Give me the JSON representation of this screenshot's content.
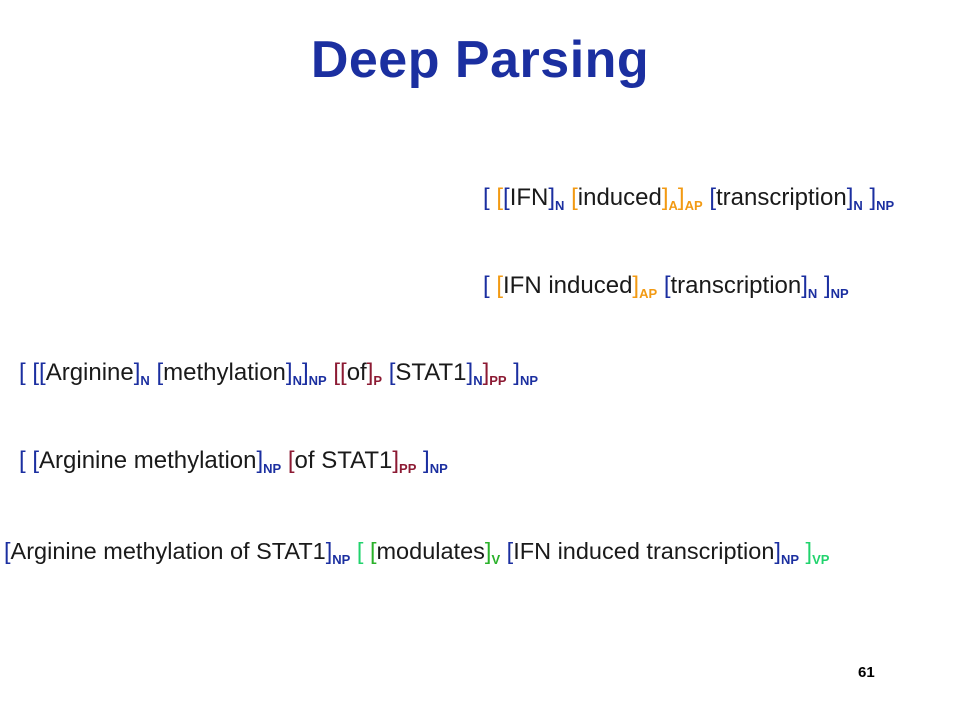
{
  "title": "Deep Parsing",
  "page_number": "61",
  "colors": {
    "NP": "#1b2fa0",
    "N": "#1b2fa0",
    "A": "#f29a13",
    "AP": "#f29a13",
    "P": "#8c1a33",
    "PP": "#8c1a33",
    "V": "#2ab12a",
    "VP": "#21d36d",
    "text": "#1a1a1a"
  },
  "lines": [
    {
      "id": "ifn-deep",
      "tokens": [
        {
          "t": "[ ",
          "c": "NP"
        },
        {
          "t": "[",
          "c": "AP"
        },
        {
          "t": "[",
          "c": "N"
        },
        {
          "t": "IFN",
          "c": "text"
        },
        {
          "t": "]",
          "c": "N"
        },
        {
          "s": "N",
          "c": "N"
        },
        {
          "t": " ",
          "c": "text"
        },
        {
          "t": "[",
          "c": "A"
        },
        {
          "t": "induced",
          "c": "text"
        },
        {
          "t": "]",
          "c": "A"
        },
        {
          "s": "A",
          "c": "A"
        },
        {
          "t": "]",
          "c": "AP"
        },
        {
          "s": "AP",
          "c": "AP"
        },
        {
          "t": " ",
          "c": "text"
        },
        {
          "t": "[",
          "c": "N"
        },
        {
          "t": "transcription",
          "c": "text"
        },
        {
          "t": "]",
          "c": "N"
        },
        {
          "s": "N",
          "c": "N"
        },
        {
          "t": " ]",
          "c": "NP"
        },
        {
          "s": "NP",
          "c": "NP"
        }
      ]
    },
    {
      "id": "ifn-shallow",
      "tokens": [
        {
          "t": "[ ",
          "c": "NP"
        },
        {
          "t": "[",
          "c": "AP"
        },
        {
          "t": "IFN induced",
          "c": "text"
        },
        {
          "t": "]",
          "c": "AP"
        },
        {
          "s": "AP",
          "c": "AP"
        },
        {
          "t": " ",
          "c": "text"
        },
        {
          "t": "[",
          "c": "N"
        },
        {
          "t": "transcription",
          "c": "text"
        },
        {
          "t": "]",
          "c": "N"
        },
        {
          "s": "N",
          "c": "N"
        },
        {
          "t": " ]",
          "c": "NP"
        },
        {
          "s": "NP",
          "c": "NP"
        }
      ]
    },
    {
      "id": "arginine-deep",
      "tokens": [
        {
          "t": "[ ",
          "c": "NP"
        },
        {
          "t": "[",
          "c": "NP"
        },
        {
          "t": "[",
          "c": "N"
        },
        {
          "t": "Arginine",
          "c": "text"
        },
        {
          "t": "]",
          "c": "N"
        },
        {
          "s": "N",
          "c": "N"
        },
        {
          "t": " ",
          "c": "text"
        },
        {
          "t": "[",
          "c": "N"
        },
        {
          "t": "methylation",
          "c": "text"
        },
        {
          "t": "]",
          "c": "N"
        },
        {
          "s": "N",
          "c": "N"
        },
        {
          "t": "]",
          "c": "NP"
        },
        {
          "s": "NP",
          "c": "NP"
        },
        {
          "t": " ",
          "c": "text"
        },
        {
          "t": "[",
          "c": "PP"
        },
        {
          "t": "[",
          "c": "P"
        },
        {
          "t": "of",
          "c": "text"
        },
        {
          "t": "]",
          "c": "P"
        },
        {
          "s": "P",
          "c": "P"
        },
        {
          "t": " ",
          "c": "text"
        },
        {
          "t": "[",
          "c": "N"
        },
        {
          "t": "STAT1",
          "c": "text"
        },
        {
          "t": "]",
          "c": "N"
        },
        {
          "s": "N",
          "c": "N"
        },
        {
          "t": "]",
          "c": "PP"
        },
        {
          "s": "PP",
          "c": "PP"
        },
        {
          "t": " ]",
          "c": "NP"
        },
        {
          "s": "NP",
          "c": "NP"
        }
      ]
    },
    {
      "id": "arginine-shallow",
      "tokens": [
        {
          "t": "[ ",
          "c": "NP"
        },
        {
          "t": "[",
          "c": "NP"
        },
        {
          "t": "Arginine methylation",
          "c": "text"
        },
        {
          "t": "]",
          "c": "NP"
        },
        {
          "s": "NP",
          "c": "NP"
        },
        {
          "t": " ",
          "c": "text"
        },
        {
          "t": "[",
          "c": "PP"
        },
        {
          "t": "of STAT1",
          "c": "text"
        },
        {
          "t": "]",
          "c": "PP"
        },
        {
          "s": "PP",
          "c": "PP"
        },
        {
          "t": " ]",
          "c": "NP"
        },
        {
          "s": "NP",
          "c": "NP"
        }
      ]
    },
    {
      "id": "full-sentence",
      "tokens": [
        {
          "t": "[",
          "c": "NP"
        },
        {
          "t": "Arginine methylation of STAT1",
          "c": "text"
        },
        {
          "t": "]",
          "c": "NP"
        },
        {
          "s": "NP",
          "c": "NP"
        },
        {
          "t": " ",
          "c": "text"
        },
        {
          "t": "[ ",
          "c": "VP"
        },
        {
          "t": "[",
          "c": "V"
        },
        {
          "t": "modulates",
          "c": "text"
        },
        {
          "t": "]",
          "c": "V"
        },
        {
          "s": "V",
          "c": "V"
        },
        {
          "t": " ",
          "c": "text"
        },
        {
          "t": "[",
          "c": "NP"
        },
        {
          "t": "IFN induced transcription",
          "c": "text"
        },
        {
          "t": "]",
          "c": "NP"
        },
        {
          "s": "NP",
          "c": "NP"
        },
        {
          "t": " ]",
          "c": "VP"
        },
        {
          "s": "VP",
          "c": "VP"
        }
      ]
    }
  ]
}
